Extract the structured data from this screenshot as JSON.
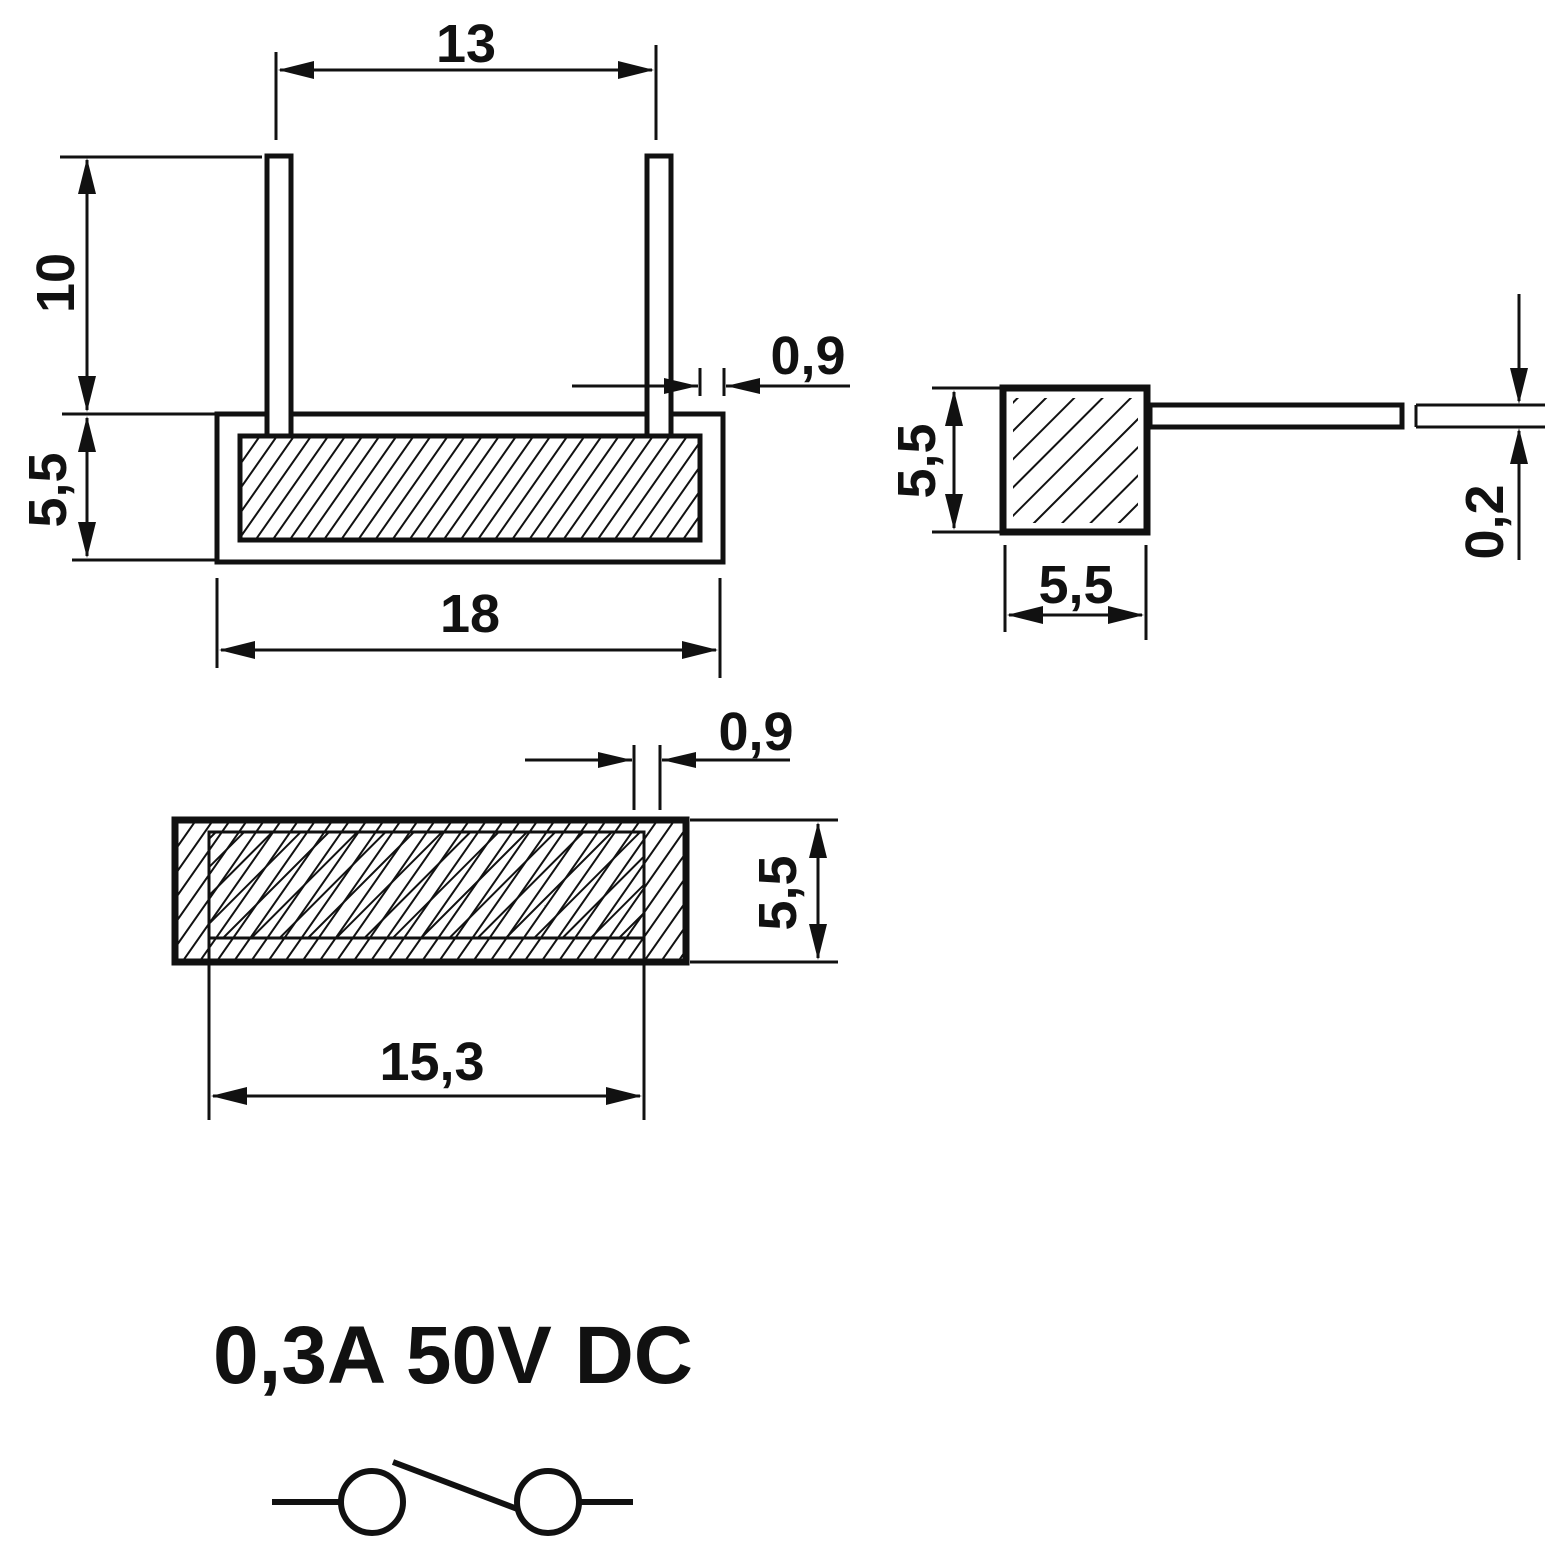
{
  "colors": {
    "ink": "#111111",
    "paper": "#ffffff"
  },
  "views": {
    "front": {
      "pin_spacing": "13",
      "pin_length": "10",
      "pin_width": "0,9",
      "body_height": "5,5",
      "body_length": "18"
    },
    "side": {
      "height": "5,5",
      "width": "5,5",
      "pin_thickness": "0,2"
    },
    "bottom": {
      "pin_width": "0,9",
      "height": "5,5",
      "inner_length": "15,3"
    }
  },
  "rating": "0,3A 50V DC",
  "symbol": {
    "icon": "reed-switch-normally-open-icon"
  }
}
